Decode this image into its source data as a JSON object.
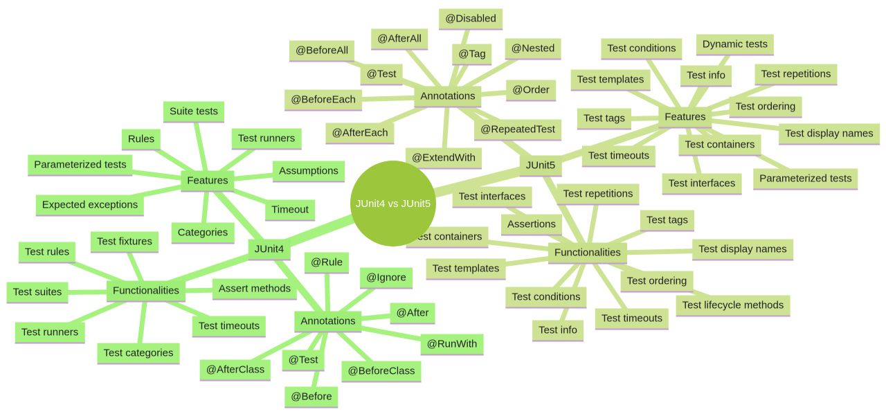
{
  "root": {
    "label": "JUnit4 vs JUnit5"
  },
  "colors": {
    "root": "#9cc63b",
    "junit4_node": "#a6f27f",
    "junit4_edge": "#a6f27f",
    "junit5_node": "#cde393",
    "junit5_edge": "#cde393",
    "underline": "#c39ad6"
  },
  "branches": [
    {
      "id": "junit4",
      "label": "JUnit4",
      "groups": [
        {
          "id": "features",
          "label": "Features",
          "children": [
            "Suite tests",
            "Rules",
            "Test runners",
            "Parameterized tests",
            "Assumptions",
            "Expected exceptions",
            "Timeout",
            "Categories"
          ]
        },
        {
          "id": "functionalities",
          "label": "Functionalities",
          "children": [
            "Test fixtures",
            "Test rules",
            "Test suites",
            "Assert methods",
            "Test runners",
            "Test timeouts",
            "Test categories"
          ]
        },
        {
          "id": "annotations",
          "label": "Annotations",
          "children": [
            "@Rule",
            "@Ignore",
            "@After",
            "@RunWith",
            "@BeforeClass",
            "@Test",
            "@AfterClass",
            "@Before"
          ]
        }
      ]
    },
    {
      "id": "junit5",
      "label": "JUnit5",
      "groups": [
        {
          "id": "annotations",
          "label": "Annotations",
          "children": [
            "@Disabled",
            "@AfterAll",
            "@BeforeAll",
            "@Tag",
            "@Nested",
            "@Test",
            "@Order",
            "@BeforeEach",
            "@AfterEach",
            "@RepeatedTest",
            "@ExtendWith"
          ]
        },
        {
          "id": "features",
          "label": "Features",
          "children": [
            "Dynamic tests",
            "Test conditions",
            "Test info",
            "Test templates",
            "Test repetitions",
            "Test ordering",
            "Test tags",
            "Test display names",
            "Test containers",
            "Test timeouts",
            "Test interfaces",
            "Parameterized tests"
          ]
        },
        {
          "id": "functionalities",
          "label": "Functionalities",
          "children": [
            "Test repetitions",
            "Test interfaces",
            "Test tags",
            "Assertions",
            "Test containers",
            "Test display names",
            "Test templates",
            "Test ordering",
            "Test lifecycle methods",
            "Test conditions",
            "Test timeouts",
            "Test info"
          ]
        }
      ]
    }
  ]
}
